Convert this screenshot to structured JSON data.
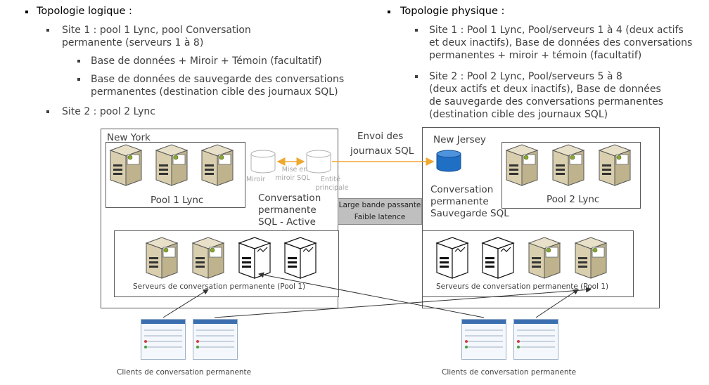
{
  "left": {
    "heading": "Topologie logique :",
    "site1": "Site 1 : pool 1 Lync, pool Conversation permanente (serveurs 1 à 8)",
    "site1_line1": "Site 1 : pool 1 Lync, pool Conversation",
    "site1_line2": "permanente (serveurs 1 à 8)",
    "db": "Base de données + Miroir + Témoin (facultatif)",
    "backup_line1": "Base de données de sauvegarde des conversations",
    "backup_line2": "permanentes (destination cible des journaux SQL)",
    "site2": "Site 2 : pool 2 Lync"
  },
  "right": {
    "heading": "Topologie physique :",
    "site1_line1": "Site 1 : Pool 1 Lync, Pool/serveurs 1 à 4 (deux actifs",
    "site1_line2": "et deux inactifs), Base de données des conversations",
    "site1_line3": "permanentes + miroir + témoin (facultatif)",
    "site2_line1": "Site 2 : Pool 2 Lync, Pool/serveurs 5 à 8",
    "site2_line2": "(deux actifs et deux inactifs), Base de données",
    "site2_line3": "de sauvegarde des conversations permanentes",
    "site2_line4": "(destination cible des journaux SQL)"
  },
  "diagram": {
    "ny_label": "New York",
    "nj_label": "New Jersey",
    "pool1": "Pool 1 Lync",
    "pool2": "Pool 2 Lync",
    "miroir": "Miroir",
    "mise_line1": "Mise en",
    "mise_line2": "miroir SQL",
    "entite_line1": "Entité",
    "entite_line2": "principale",
    "sql_active_line1": "Conversation",
    "sql_active_line2": "permanente",
    "sql_active_line3": "SQL - Active",
    "log_line1": "Envoi des",
    "log_line2": "journaux SQL",
    "bandwidth_line1": "Large bande passante",
    "bandwidth_line2": "Faible latence",
    "backup_line1": "Conversation",
    "backup_line2": "permanente",
    "backup_line3": "Sauvegarde SQL",
    "servers_left": "Serveurs de conversation permanente (Pool 1)",
    "servers_right": "Serveurs de conversation permanente (Pool 1)",
    "clients_left": "Clients de conversation permanente",
    "clients_right": "Clients de conversation permanente"
  },
  "colors": {
    "log_arrow": "#f0a830",
    "backup_db": "#1f6fc5",
    "bandwidth_box": "#bfbfbf"
  }
}
